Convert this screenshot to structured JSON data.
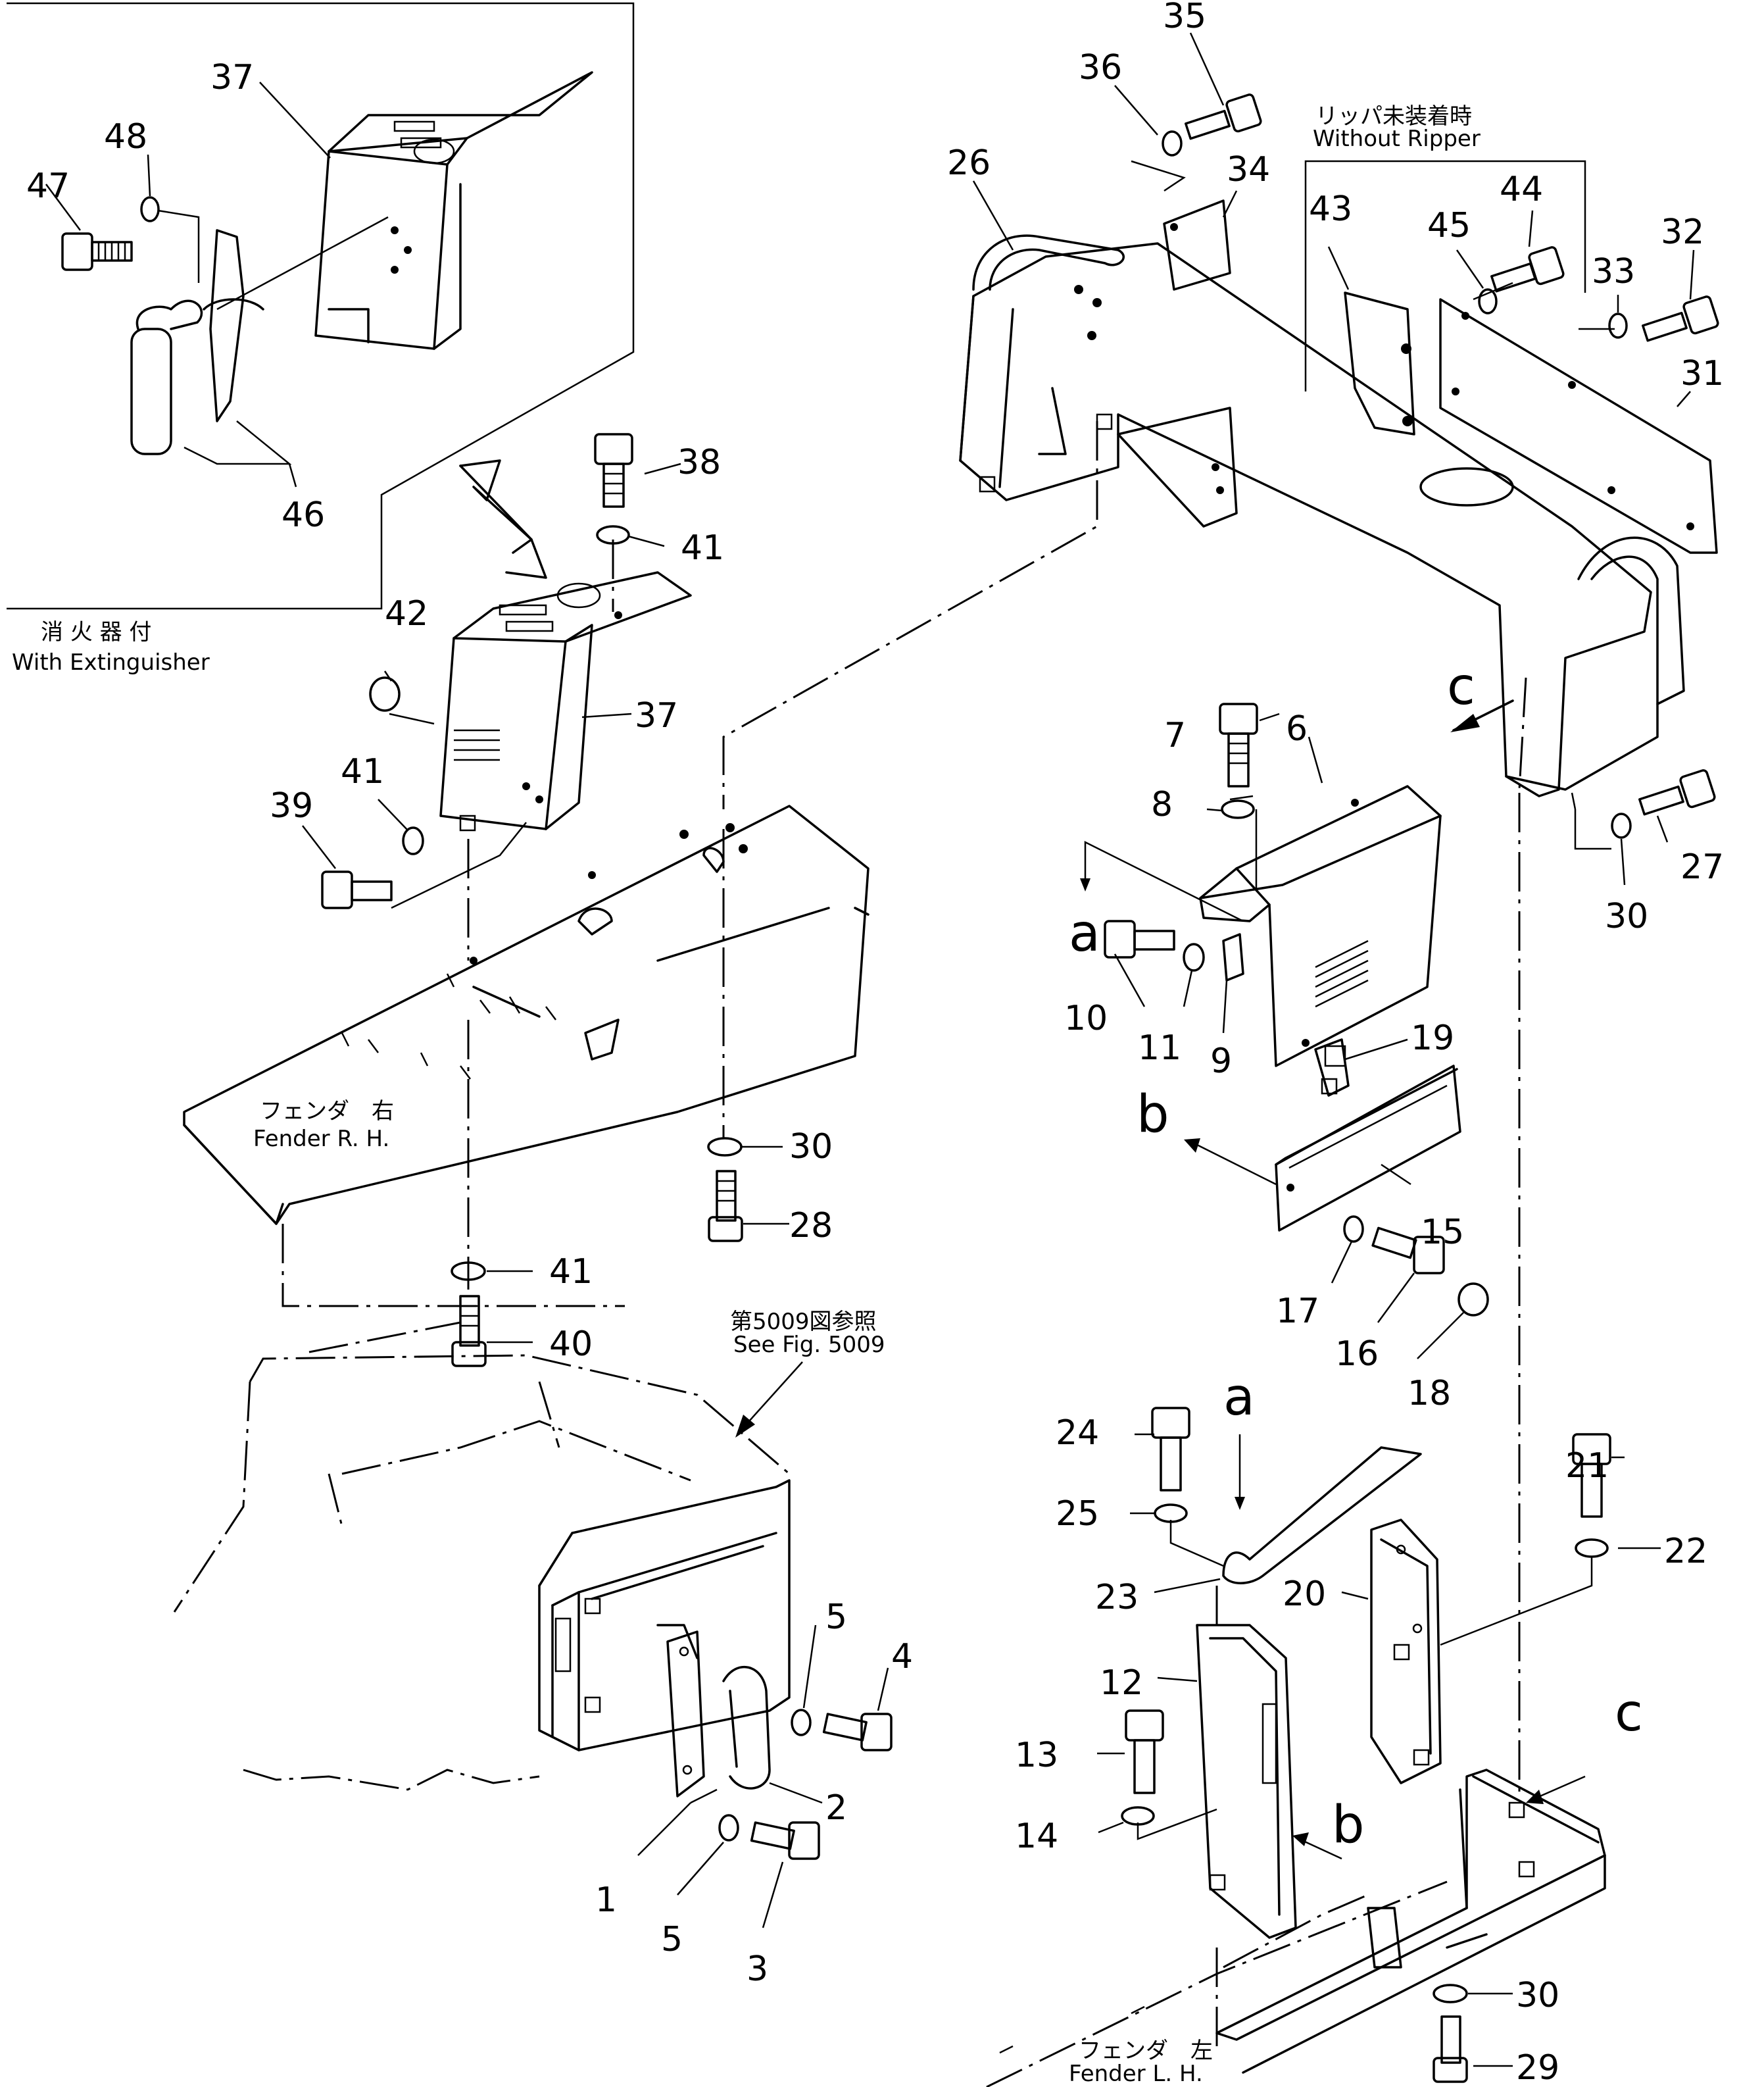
{
  "insets": {
    "extinguisher": {
      "jp": "消 火 器 付",
      "en": "With  Extinguisher"
    },
    "without_ripper": {
      "jp": "リッパ未装着時",
      "en": "Without  Ripper"
    }
  },
  "notes": {
    "fender_rh": {
      "jp": "フェンダ　右",
      "en": "Fender  R. H."
    },
    "fender_lh": {
      "jp": "フェンダ　左",
      "en": "Fender  L. H."
    },
    "see_fig": {
      "jp": "第5009図参照",
      "en": "See  Fig.  5009"
    }
  },
  "callouts": {
    "c1": "1",
    "c2": "2",
    "c3": "3",
    "c4": "4",
    "c5a": "5",
    "c5b": "5",
    "c6": "6",
    "c7": "7",
    "c8": "8",
    "c9": "9",
    "c10": "10",
    "c11": "11",
    "c12": "12",
    "c13": "13",
    "c14": "14",
    "c15": "15",
    "c16": "16",
    "c17": "17",
    "c18": "18",
    "c19": "19",
    "c20": "20",
    "c21": "21",
    "c22": "22",
    "c23": "23",
    "c24": "24",
    "c25": "25",
    "c26": "26",
    "c27": "27",
    "c28": "28",
    "c29": "29",
    "c30a": "30",
    "c30b": "30",
    "c30c": "30",
    "c31": "31",
    "c32": "32",
    "c33": "33",
    "c34": "34",
    "c35": "35",
    "c36": "36",
    "c37a": "37",
    "c37b": "37",
    "c38": "38",
    "c39": "39",
    "c40": "40",
    "c41a": "41",
    "c41b": "41",
    "c41c": "41",
    "c42": "42",
    "c43": "43",
    "c44": "44",
    "c45": "45",
    "c46": "46",
    "c47": "47",
    "c48": "48"
  },
  "refs": {
    "a1": "a",
    "a2": "a",
    "b1": "b",
    "b2": "b",
    "c_top": "c",
    "c_bottom": "c"
  }
}
